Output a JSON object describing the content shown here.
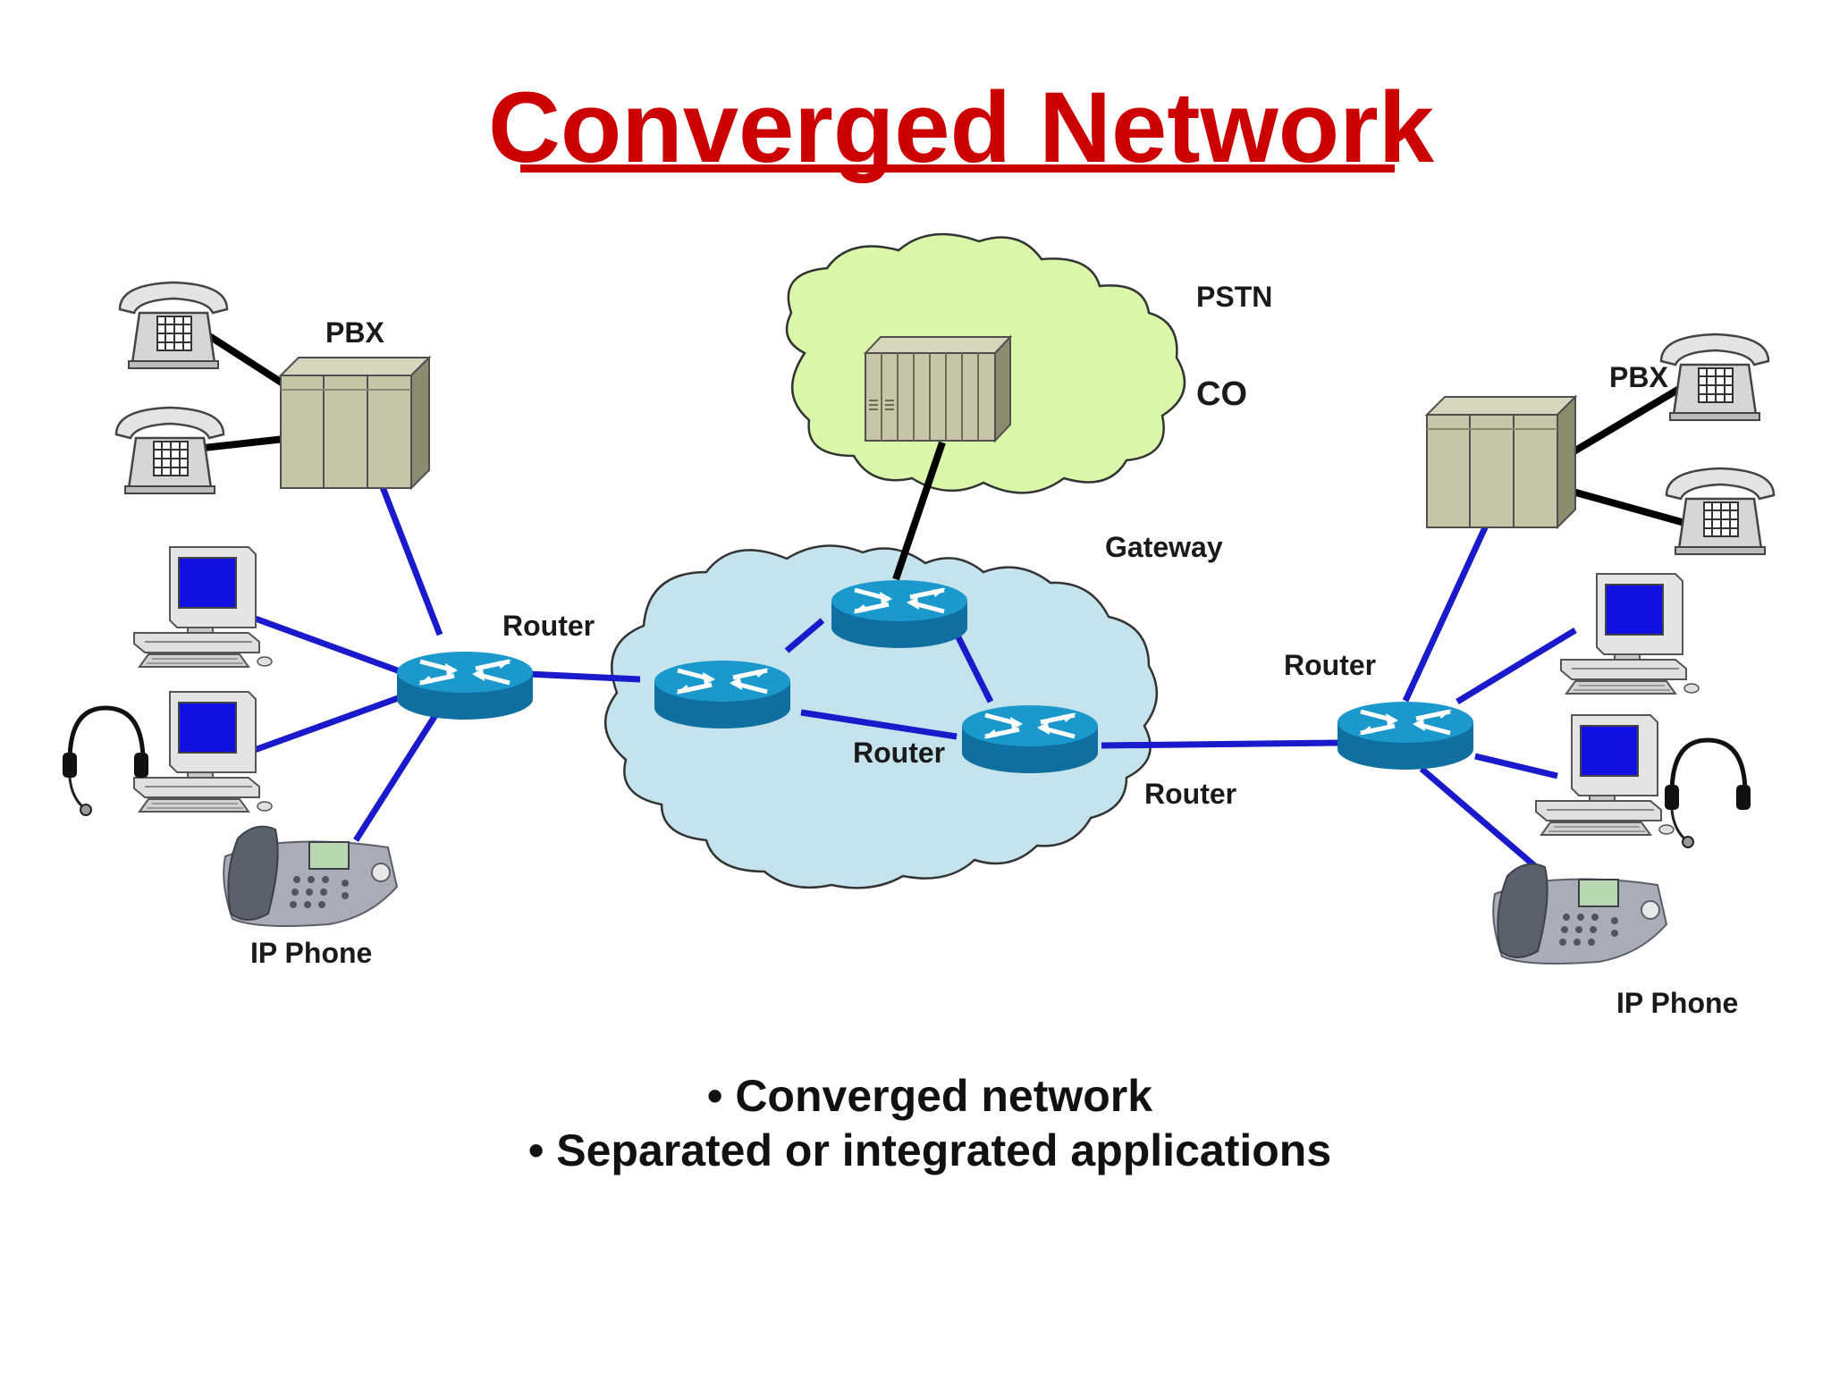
{
  "title": "Converged Network",
  "colors": {
    "title": "#cc0000",
    "link": "#1a1acc",
    "cloud_pstn": "#d9f7a8",
    "cloud_ip": "#c4e3ec",
    "router": "#1b8fc2",
    "pbx": "#c6c5a8"
  },
  "labels": {
    "pbx_left": "PBX",
    "pbx_right": "PBX",
    "pstn": "PSTN",
    "co": "CO",
    "gateway": "Gateway",
    "router_left": "Router",
    "router_center": "Router",
    "router_right_edge": "Router",
    "router_right": "Router",
    "ip_phone_left": "IP Phone",
    "ip_phone_right": "IP Phone"
  },
  "icons": {
    "desk_phone": "telephone-icon",
    "pbx": "pbx-switch-icon",
    "router": "router-icon",
    "workstation": "computer-icon",
    "headset": "headset-icon",
    "ip_phone": "ip-phone-icon",
    "co_switch": "co-switch-icon",
    "cloud": "cloud-icon"
  },
  "bullets": [
    "• Converged network",
    "• Separated or integrated applications"
  ]
}
